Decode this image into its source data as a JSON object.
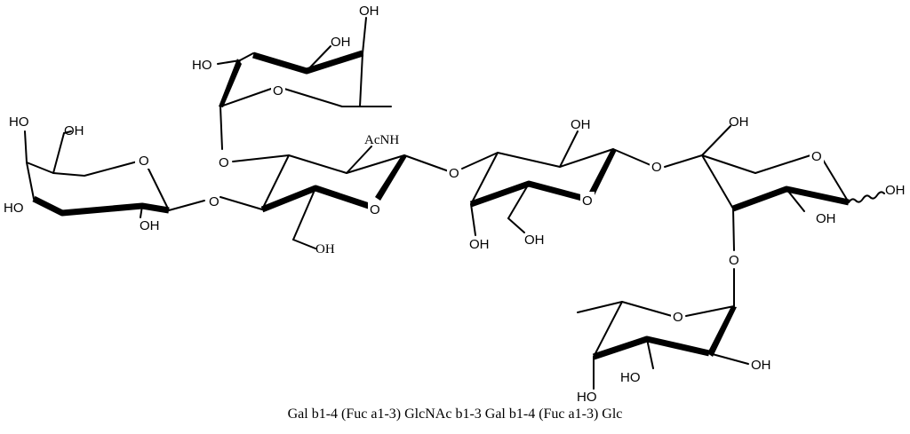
{
  "atoms": {
    "gal1": {
      "oh_top": "HO",
      "oh_ch2": "OH",
      "ring_o": "O",
      "oh_left": "HO",
      "oh_mid": "OH",
      "link_o": "O"
    },
    "fuc1": {
      "oh_top": "OH",
      "oh_mid": "OH",
      "oh_left": "HO",
      "ring_o": "O",
      "link_o": "O"
    },
    "glcnac": {
      "acnh": "AcNH",
      "ring_o": "O",
      "ch2oh": "OH",
      "link_o": "O"
    },
    "gal2": {
      "oh_top": "OH",
      "ring_o": "O",
      "oh_bottom": "OH",
      "ch2oh": "OH",
      "link_o": "O"
    },
    "glc": {
      "ch2oh": "OH",
      "ring_o": "O",
      "oh_anomeric": "OH",
      "oh_ring": "OH",
      "link_o": "O"
    },
    "fuc2": {
      "ring_o": "O",
      "oh_right": "OH",
      "oh_mid": "HO",
      "oh_bottom": "HO"
    }
  },
  "caption": "Gal b1-4 (Fuc a1-3) GlcNAc b1-3 Gal b1-4 (Fuc a1-3) Glc"
}
